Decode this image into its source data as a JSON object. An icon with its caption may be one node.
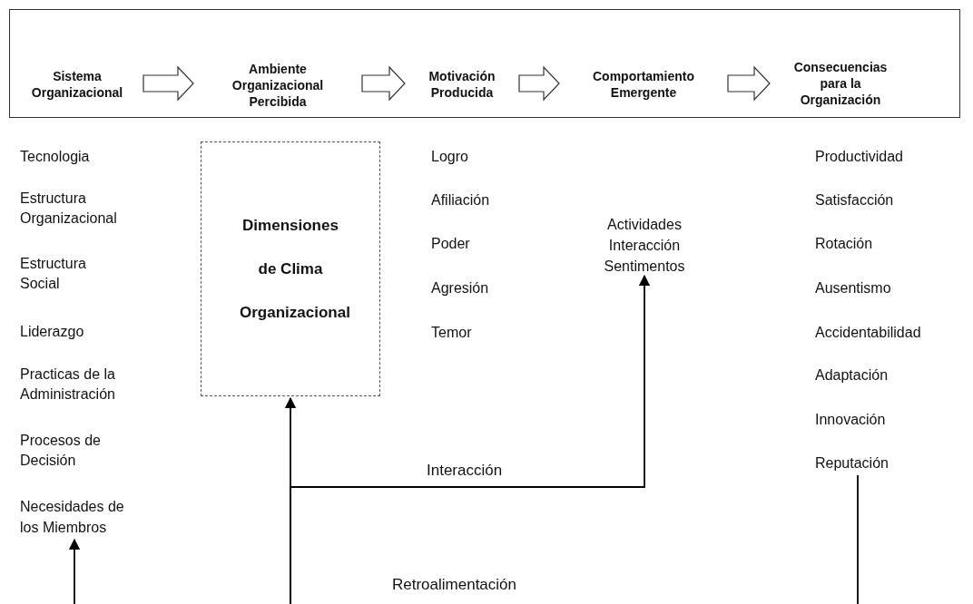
{
  "diagram": {
    "nodes": [
      {
        "text": [],
        "shape": "box"
      },
      {
        "text": [
          "Sistema Organizacional"
        ],
        "in": 0
      },
      {
        "text": [
          "Ambiente Organizacional Percibida"
        ],
        "in": 0
      },
      {
        "text": [
          "Motivación Producida"
        ],
        "in": 0
      },
      {
        "text": [
          "Comportamiento Emergente"
        ],
        "in": 0
      },
      {
        "text": [
          "Consecuencias para la Organización"
        ],
        "in": 0
      },
      {
        "text": [
          "Dimensiones de Clima Organizacional"
        ]
      },
      {
        "text": [
          "Actividades Interacción Sentimentos"
        ]
      },
      {
        "text": [
          "Necesidades de los Miembros"
        ]
      },
      {
        "text": [
          "Reputación"
        ]
      }
    ],
    "edges": [
      {
        "from": 1,
        "to": 2,
        "arrow": "to"
      },
      {
        "from": 2,
        "to": 3,
        "arrow": "to"
      },
      {
        "from": 3,
        "to": 4,
        "arrow": "to"
      },
      {
        "from": 4,
        "to": 5,
        "arrow": "to"
      },
      {
        "from": null,
        "to": 8,
        "arrow": "to"
      },
      {
        "from": null,
        "to": 6,
        "arrow": "to"
      },
      {
        "from": null,
        "to": 7,
        "arrow": "to",
        "label": "Interacción"
      },
      {
        "from": 9,
        "to": null,
        "arrow": "none"
      }
    ],
    "labels": [
      "Tecnologia",
      "Logro",
      "Productividad",
      "Estructura Organizacional",
      "Afiliación",
      "Satisfacción",
      "Poder",
      "Rotación",
      "Estructura Social",
      "Agresión",
      "Ausentismo",
      "Liderazgo",
      "Temor",
      "Accidentabilidad",
      "Practicas de la Administración",
      "Adaptación",
      "Procesos de Decisión",
      "Innovación",
      "Retroalimentación"
    ]
  }
}
